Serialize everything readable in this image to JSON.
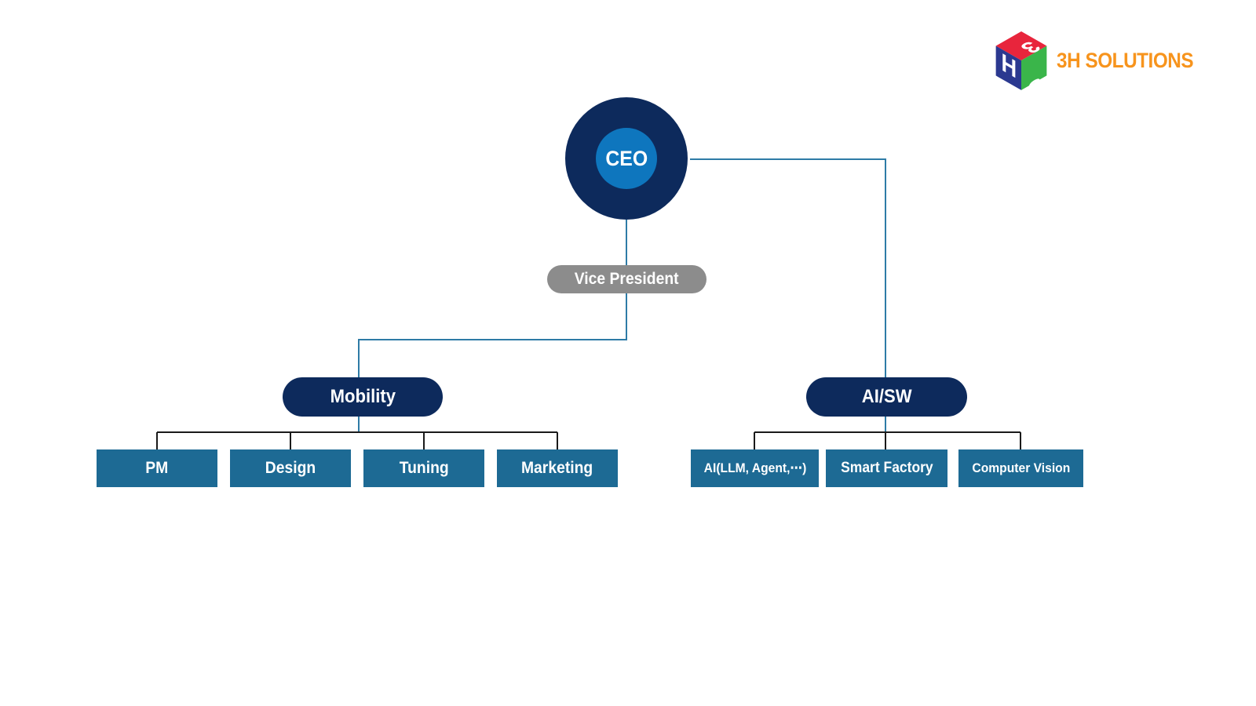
{
  "logo": {
    "brand": "3H SOLUTIONS",
    "cube": {
      "top_letter": "3",
      "left_letter": "H",
      "right_letter": "S"
    },
    "colors": {
      "text": "#f7941d",
      "top_face": "#e8253c",
      "left_face": "#2b3990",
      "right_face": "#3ab54a"
    }
  },
  "org": {
    "ceo": {
      "label": "CEO"
    },
    "vice_president": {
      "label": "Vice President"
    },
    "groups": [
      {
        "label": "Mobility",
        "departments": [
          "PM",
          "Design",
          "Tuning",
          "Marketing"
        ]
      },
      {
        "label": "AI/SW",
        "departments": [
          "AI(LLM, Agent,⋯)",
          "Smart Factory",
          "Computer Vision"
        ]
      }
    ]
  },
  "palette": {
    "node_navy": "#0d2a5c",
    "ceo_inner_blue": "#0e76be",
    "vp_gray": "#8c8c8c",
    "dept_teal": "#1d6a94",
    "connector_teal": "#2e7ba6",
    "connector_black": "#1a1a1a",
    "background": "#ffffff"
  }
}
